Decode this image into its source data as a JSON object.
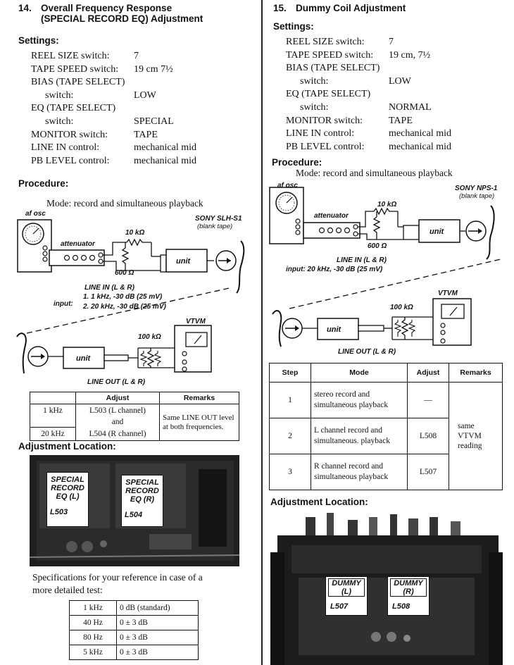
{
  "left": {
    "heading_num": "14.",
    "heading_line1": "Overall Frequency Response",
    "heading_line2": "(SPECIAL RECORD EQ) Adjustment",
    "settings_title": "Settings:",
    "settings": [
      {
        "label": "REEL SIZE switch:",
        "value": "7"
      },
      {
        "label": "TAPE SPEED switch:",
        "value": "19 cm 7½"
      },
      {
        "label": "BIAS (TAPE SELECT)",
        "value": ""
      },
      {
        "label": "switch:",
        "value": "LOW",
        "indent": true
      },
      {
        "label": "EQ (TAPE SELECT)",
        "value": ""
      },
      {
        "label": "switch:",
        "value": "SPECIAL",
        "indent": true
      },
      {
        "label": "MONITOR switch:",
        "value": "TAPE"
      },
      {
        "label": "LINE IN control:",
        "value": "mechanical mid"
      },
      {
        "label": "PB LEVEL control:",
        "value": "mechanical mid"
      }
    ],
    "procedure_title": "Procedure:",
    "mode_text": "Mode: record and simultaneous playback",
    "diagram": {
      "af_osc": "af osc",
      "attenuator": "attenuator",
      "r10k": "10 kΩ",
      "r600": "600 Ω",
      "unit": "unit",
      "tape_name": "SONY SLH-S1",
      "tape_note": "(blank tape)",
      "line_in": "LINE IN (L & R)",
      "input_label": "input:",
      "input1": "1. 1 kHz, -30 dB (25 mV)",
      "input2": "2. 20 kHz, -30 dB (25 mV)",
      "vtvm": "VTVM",
      "r100k": "100 kΩ",
      "unit2": "unit",
      "line_out": "LINE OUT (L & R)"
    },
    "adj_table": {
      "headers": [
        "",
        "Adjust",
        "Remarks"
      ],
      "rows": [
        {
          "freq": "1 kHz",
          "adjust": "L503 (L channel)"
        },
        {
          "freq": "",
          "adjust": "and"
        },
        {
          "freq": "20 kHz",
          "adjust": "L504 (R channel)"
        }
      ],
      "remarks": "Same LINE OUT level at both frequencies."
    },
    "adj_location_title": "Adjustment Location:",
    "photo_labels": [
      {
        "lines": [
          "SPECIAL",
          "RECORD",
          "EQ (L)"
        ],
        "part": "L503"
      },
      {
        "lines": [
          "SPECIAL",
          "RECORD",
          "EQ (R)"
        ],
        "part": "L504"
      }
    ],
    "spec_text_1": "Specifications for your reference in case of a",
    "spec_text_2": "more detailed test:",
    "spec_table": [
      {
        "freq": "1 kHz",
        "value": "0 dB (standard)"
      },
      {
        "freq": "40 Hz",
        "value": "0 ± 3 dB"
      },
      {
        "freq": "80 Hz",
        "value": "0 ± 3 dB"
      },
      {
        "freq": "5 kHz",
        "value": "0 ± 3 dB"
      }
    ]
  },
  "right": {
    "heading_num": "15.",
    "heading_line1": "Dummy Coil Adjustment",
    "settings_title": "Settings:",
    "settings": [
      {
        "label": "REEL SIZE switch:",
        "value": "7"
      },
      {
        "label": "TAPE SPEED switch:",
        "value": "19 cm, 7½"
      },
      {
        "label": "BIAS (TAPE SELECT)",
        "value": ""
      },
      {
        "label": "switch:",
        "value": "LOW",
        "indent": true
      },
      {
        "label": "EQ (TAPE SELECT)",
        "value": ""
      },
      {
        "label": "switch:",
        "value": "NORMAL",
        "indent": true
      },
      {
        "label": "MONITOR switch:",
        "value": "TAPE"
      },
      {
        "label": "LINE IN control:",
        "value": "mechanical mid"
      },
      {
        "label": "PB LEVEL control:",
        "value": "mechanical mid"
      }
    ],
    "procedure_title": "Procedure:",
    "mode_text": "Mode: record and simultaneous playback",
    "diagram": {
      "af_osc": "af osc",
      "attenuator": "attenuator",
      "r10k": "10 kΩ",
      "r600": "600 Ω",
      "unit": "unit",
      "tape_name": "SONY NPS-1",
      "tape_note": "(blank tape)",
      "line_in": "LINE IN (L & R)",
      "input_line": "input: 20 kHz, -30 dB (25 mV)",
      "vtvm": "VTVM",
      "r100k": "100 kΩ",
      "unit2": "unit",
      "line_out": "LINE OUT (L & R)"
    },
    "step_table": {
      "headers": [
        "Step",
        "Mode",
        "Adjust",
        "Remarks"
      ],
      "rows": [
        {
          "step": "1",
          "mode": "stereo record and simultaneous playback",
          "adjust": "—"
        },
        {
          "step": "2",
          "mode": "L channel record and simultaneous. playback",
          "adjust": "L508"
        },
        {
          "step": "3",
          "mode": "R channel record and simultaneous playback",
          "adjust": "L507"
        }
      ],
      "remarks": "same VTVM reading"
    },
    "adj_location_title": "Adjustment Location:",
    "photo_labels": [
      {
        "lines": [
          "DUMMY",
          "(L)"
        ],
        "part": "L507"
      },
      {
        "lines": [
          "DUMMY",
          "(R)"
        ],
        "part": "L508"
      }
    ]
  }
}
